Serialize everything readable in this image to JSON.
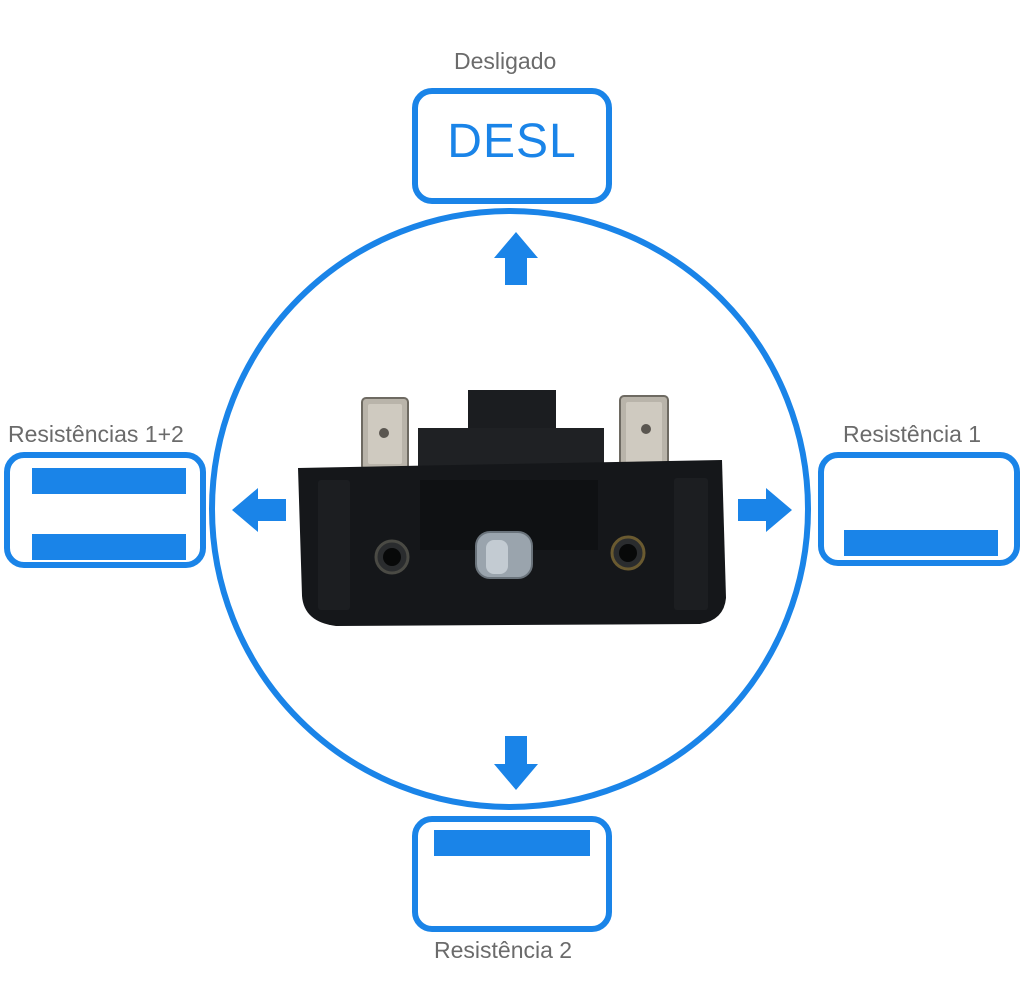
{
  "colors": {
    "accent": "#1a84e8",
    "label_text": "#6b6b6b",
    "switch_body": "#15171a",
    "terminal_metal": "#b9b4aa",
    "screw": "#9aa4ad"
  },
  "positions": {
    "top": {
      "label": "Desligado",
      "box_text": "DESL"
    },
    "right": {
      "label": "Resistência 1"
    },
    "bottom": {
      "label": "Resistência 2"
    },
    "left": {
      "label": "Resistências 1+2"
    }
  },
  "icons": {
    "arrow_up": "arrow-up-icon",
    "arrow_right": "arrow-right-icon",
    "arrow_down": "arrow-down-icon",
    "arrow_left": "arrow-left-icon",
    "switch": "rotary-switch-photo"
  }
}
